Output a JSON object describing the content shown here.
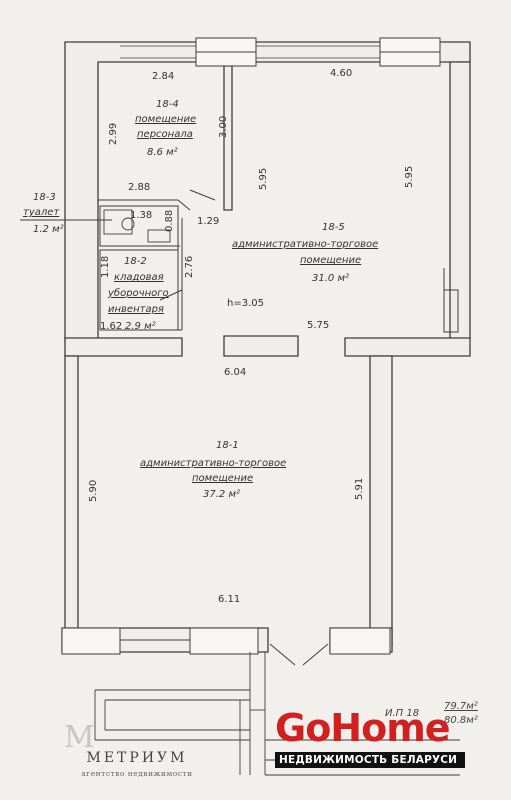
{
  "rooms": {
    "r18_4": {
      "number": "18-4",
      "name_l1": "помещение",
      "name_l2": "персонала",
      "area": "8.6 м²"
    },
    "r18_3": {
      "number": "18-3",
      "name": "туалет",
      "area": "1.2 м²"
    },
    "r18_2": {
      "number": "18-2",
      "name_l1": "кладовая",
      "name_l2": "уборочного",
      "name_l3": "инвентаря",
      "area": "2.9 м²"
    },
    "r18_5": {
      "number": "18-5",
      "name_l1": "административно-торговое",
      "name_l2": "помещение",
      "area": "31.0 м²"
    },
    "r18_1": {
      "number": "18-1",
      "name_l1": "административно-торговое",
      "name_l2": "помещение",
      "area": "37.2 м²"
    }
  },
  "dimensions": {
    "d284": "2.84",
    "d460": "4.60",
    "d299": "2.99",
    "d300": "3.00",
    "d595a": "5.95",
    "d595b": "5.95",
    "d288": "2.88",
    "d138": "1.38",
    "d088": "0.88",
    "d129": "1.29",
    "d118": "1.18",
    "d276": "2.76",
    "d162": "1.62",
    "d575": "5.75",
    "d604": "6.04",
    "d590": "5.90",
    "d591": "5.91",
    "d611": "6.11"
  },
  "height_label": "h=3.05",
  "stamp": {
    "code": "И.П 18",
    "area_1": "79.7м²",
    "area_2": "80.8м²"
  },
  "branding": {
    "metrium_name": "МЕТРИУМ",
    "metrium_sub": "агентство недвижимости",
    "metrium_mark": "M",
    "gohome_go": "Go",
    "gohome_home": "Home",
    "gohome_tagline": "НЕДВИЖИМОСТЬ БЕЛАРУСИ"
  },
  "colors": {
    "paper": "#f1f0ec",
    "wall": "#efeeea",
    "line": "#3d3d3d",
    "gohome_red": "#d0201f"
  }
}
